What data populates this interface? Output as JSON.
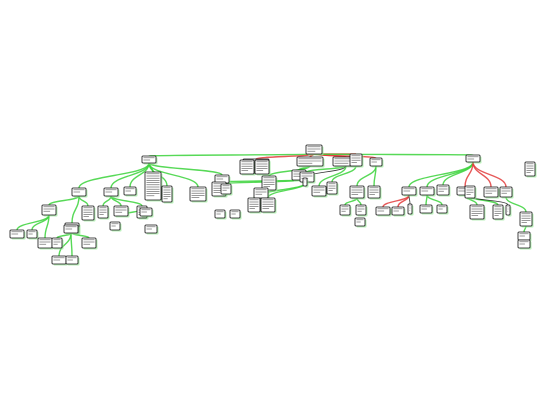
{
  "diagram": {
    "kind": "argument-map",
    "edge_colors": {
      "support": "#39d23a",
      "oppose": "#e23b3b",
      "neutral": "#111111"
    },
    "node_style": {
      "fill": "#ffffff",
      "stroke": "#111111",
      "shadow": "#9be89b"
    },
    "nodes": [
      {
        "id": "root"
      },
      {
        "id": "a1"
      },
      {
        "id": "a2"
      },
      {
        "id": "a3"
      },
      {
        "id": "a4"
      },
      {
        "id": "a5"
      },
      {
        "id": "a6"
      },
      {
        "id": "a7"
      },
      {
        "id": "a8"
      },
      {
        "id": "a9"
      },
      {
        "id": "b1"
      },
      {
        "id": "b2"
      },
      {
        "id": "b3"
      },
      {
        "id": "b4"
      },
      {
        "id": "b5"
      },
      {
        "id": "b6"
      },
      {
        "id": "b7"
      },
      {
        "id": "b8"
      },
      {
        "id": "b9"
      },
      {
        "id": "b10"
      },
      {
        "id": "b11"
      },
      {
        "id": "b12"
      },
      {
        "id": "b13"
      },
      {
        "id": "b14"
      },
      {
        "id": "b15"
      },
      {
        "id": "b16"
      },
      {
        "id": "b17"
      },
      {
        "id": "b18"
      },
      {
        "id": "b19"
      },
      {
        "id": "b20"
      },
      {
        "id": "b21"
      },
      {
        "id": "b22"
      },
      {
        "id": "b23"
      },
      {
        "id": "b24"
      },
      {
        "id": "b25"
      },
      {
        "id": "b26"
      },
      {
        "id": "b27"
      },
      {
        "id": "b28"
      },
      {
        "id": "b29"
      },
      {
        "id": "b30"
      },
      {
        "id": "c1"
      },
      {
        "id": "c2"
      },
      {
        "id": "c3"
      },
      {
        "id": "c4"
      },
      {
        "id": "c5"
      },
      {
        "id": "c6"
      },
      {
        "id": "c7"
      },
      {
        "id": "c8"
      },
      {
        "id": "c9"
      },
      {
        "id": "c10"
      },
      {
        "id": "c11"
      },
      {
        "id": "c12"
      },
      {
        "id": "c13"
      },
      {
        "id": "c14"
      },
      {
        "id": "c15"
      },
      {
        "id": "c16"
      },
      {
        "id": "c17"
      },
      {
        "id": "c18"
      },
      {
        "id": "c19"
      },
      {
        "id": "c20"
      },
      {
        "id": "c21"
      },
      {
        "id": "c22"
      },
      {
        "id": "c23"
      },
      {
        "id": "c24"
      },
      {
        "id": "c25"
      },
      {
        "id": "c26"
      },
      {
        "id": "d1"
      },
      {
        "id": "d2"
      },
      {
        "id": "d3"
      },
      {
        "id": "d4"
      },
      {
        "id": "d5"
      },
      {
        "id": "d6"
      },
      {
        "id": "d7"
      },
      {
        "id": "d8"
      },
      {
        "id": "d9"
      },
      {
        "id": "d10"
      },
      {
        "id": "e1"
      },
      {
        "id": "e2"
      },
      {
        "id": "e3"
      }
    ],
    "edges": [
      {
        "from": "root",
        "to": "a1",
        "type": "support"
      },
      {
        "from": "root",
        "to": "a2",
        "type": "oppose"
      },
      {
        "from": "root",
        "to": "a3",
        "type": "oppose"
      },
      {
        "from": "root",
        "to": "a4",
        "type": "oppose"
      },
      {
        "from": "root",
        "to": "a5",
        "type": "oppose"
      },
      {
        "from": "root",
        "to": "a6",
        "type": "oppose"
      },
      {
        "from": "root",
        "to": "a7",
        "type": "support"
      },
      {
        "from": "a1",
        "to": "b1",
        "type": "support"
      },
      {
        "from": "a1",
        "to": "b2",
        "type": "support"
      },
      {
        "from": "a1",
        "to": "b3",
        "type": "support"
      },
      {
        "from": "a1",
        "to": "b4",
        "type": "support"
      },
      {
        "from": "a1",
        "to": "b5",
        "type": "support"
      },
      {
        "from": "a1",
        "to": "b6",
        "type": "support"
      },
      {
        "from": "a1",
        "to": "b7",
        "type": "support"
      },
      {
        "from": "a2",
        "to": "b8",
        "type": "support"
      },
      {
        "from": "a2",
        "to": "b9",
        "type": "support"
      },
      {
        "from": "a3",
        "to": "b10",
        "type": "support"
      },
      {
        "from": "a3",
        "to": "b11",
        "type": "support"
      },
      {
        "from": "a4",
        "to": "b12",
        "type": "support"
      },
      {
        "from": "a4",
        "to": "b13",
        "type": "support"
      },
      {
        "from": "a4",
        "to": "b14",
        "type": "neutral"
      },
      {
        "from": "a5",
        "to": "b15",
        "type": "support"
      },
      {
        "from": "a6",
        "to": "b16",
        "type": "support"
      },
      {
        "from": "a6",
        "to": "b17",
        "type": "support"
      },
      {
        "from": "a7",
        "to": "b18",
        "type": "support"
      },
      {
        "from": "a7",
        "to": "b19",
        "type": "support"
      },
      {
        "from": "a7",
        "to": "b20",
        "type": "support"
      },
      {
        "from": "a7",
        "to": "b21",
        "type": "oppose"
      },
      {
        "from": "a7",
        "to": "b22",
        "type": "oppose"
      },
      {
        "from": "a7",
        "to": "b23",
        "type": "oppose"
      },
      {
        "from": "b1",
        "to": "c1",
        "type": "support"
      },
      {
        "from": "b1",
        "to": "c2",
        "type": "support"
      },
      {
        "from": "b1",
        "to": "c3",
        "type": "support"
      },
      {
        "from": "b2",
        "to": "c4",
        "type": "support"
      },
      {
        "from": "b2",
        "to": "c5",
        "type": "support"
      },
      {
        "from": "b2",
        "to": "c6",
        "type": "support"
      },
      {
        "from": "b11",
        "to": "c7",
        "type": "support"
      },
      {
        "from": "b11",
        "to": "c8",
        "type": "support"
      },
      {
        "from": "b10",
        "to": "c9",
        "type": "support"
      },
      {
        "from": "b12",
        "to": "c10",
        "type": "support"
      },
      {
        "from": "b12",
        "to": "c11",
        "type": "support"
      },
      {
        "from": "b16",
        "to": "c12",
        "type": "support"
      },
      {
        "from": "b16",
        "to": "c13",
        "type": "support"
      },
      {
        "from": "b18",
        "to": "c14",
        "type": "oppose"
      },
      {
        "from": "b18",
        "to": "c15",
        "type": "oppose"
      },
      {
        "from": "b18",
        "to": "c16",
        "type": "neutral"
      },
      {
        "from": "b19",
        "to": "c17",
        "type": "support"
      },
      {
        "from": "b19",
        "to": "c18",
        "type": "support"
      },
      {
        "from": "b21",
        "to": "c19",
        "type": "support"
      },
      {
        "from": "b21",
        "to": "c20",
        "type": "support"
      },
      {
        "from": "b21",
        "to": "c21",
        "type": "neutral"
      },
      {
        "from": "b23",
        "to": "c22",
        "type": "support"
      },
      {
        "from": "c1",
        "to": "d1",
        "type": "support"
      },
      {
        "from": "c1",
        "to": "d2",
        "type": "support"
      },
      {
        "from": "c1",
        "to": "d3",
        "type": "support"
      },
      {
        "from": "c2",
        "to": "d4",
        "type": "support"
      },
      {
        "from": "c2",
        "to": "d5",
        "type": "support"
      },
      {
        "from": "c2",
        "to": "d6",
        "type": "support"
      },
      {
        "from": "c5",
        "to": "d7",
        "type": "support"
      },
      {
        "from": "c22",
        "to": "d8",
        "type": "support"
      },
      {
        "from": "d5",
        "to": "e1",
        "type": "support"
      },
      {
        "from": "d5",
        "to": "e2",
        "type": "support"
      },
      {
        "from": "d8",
        "to": "e3",
        "type": "support"
      }
    ]
  }
}
